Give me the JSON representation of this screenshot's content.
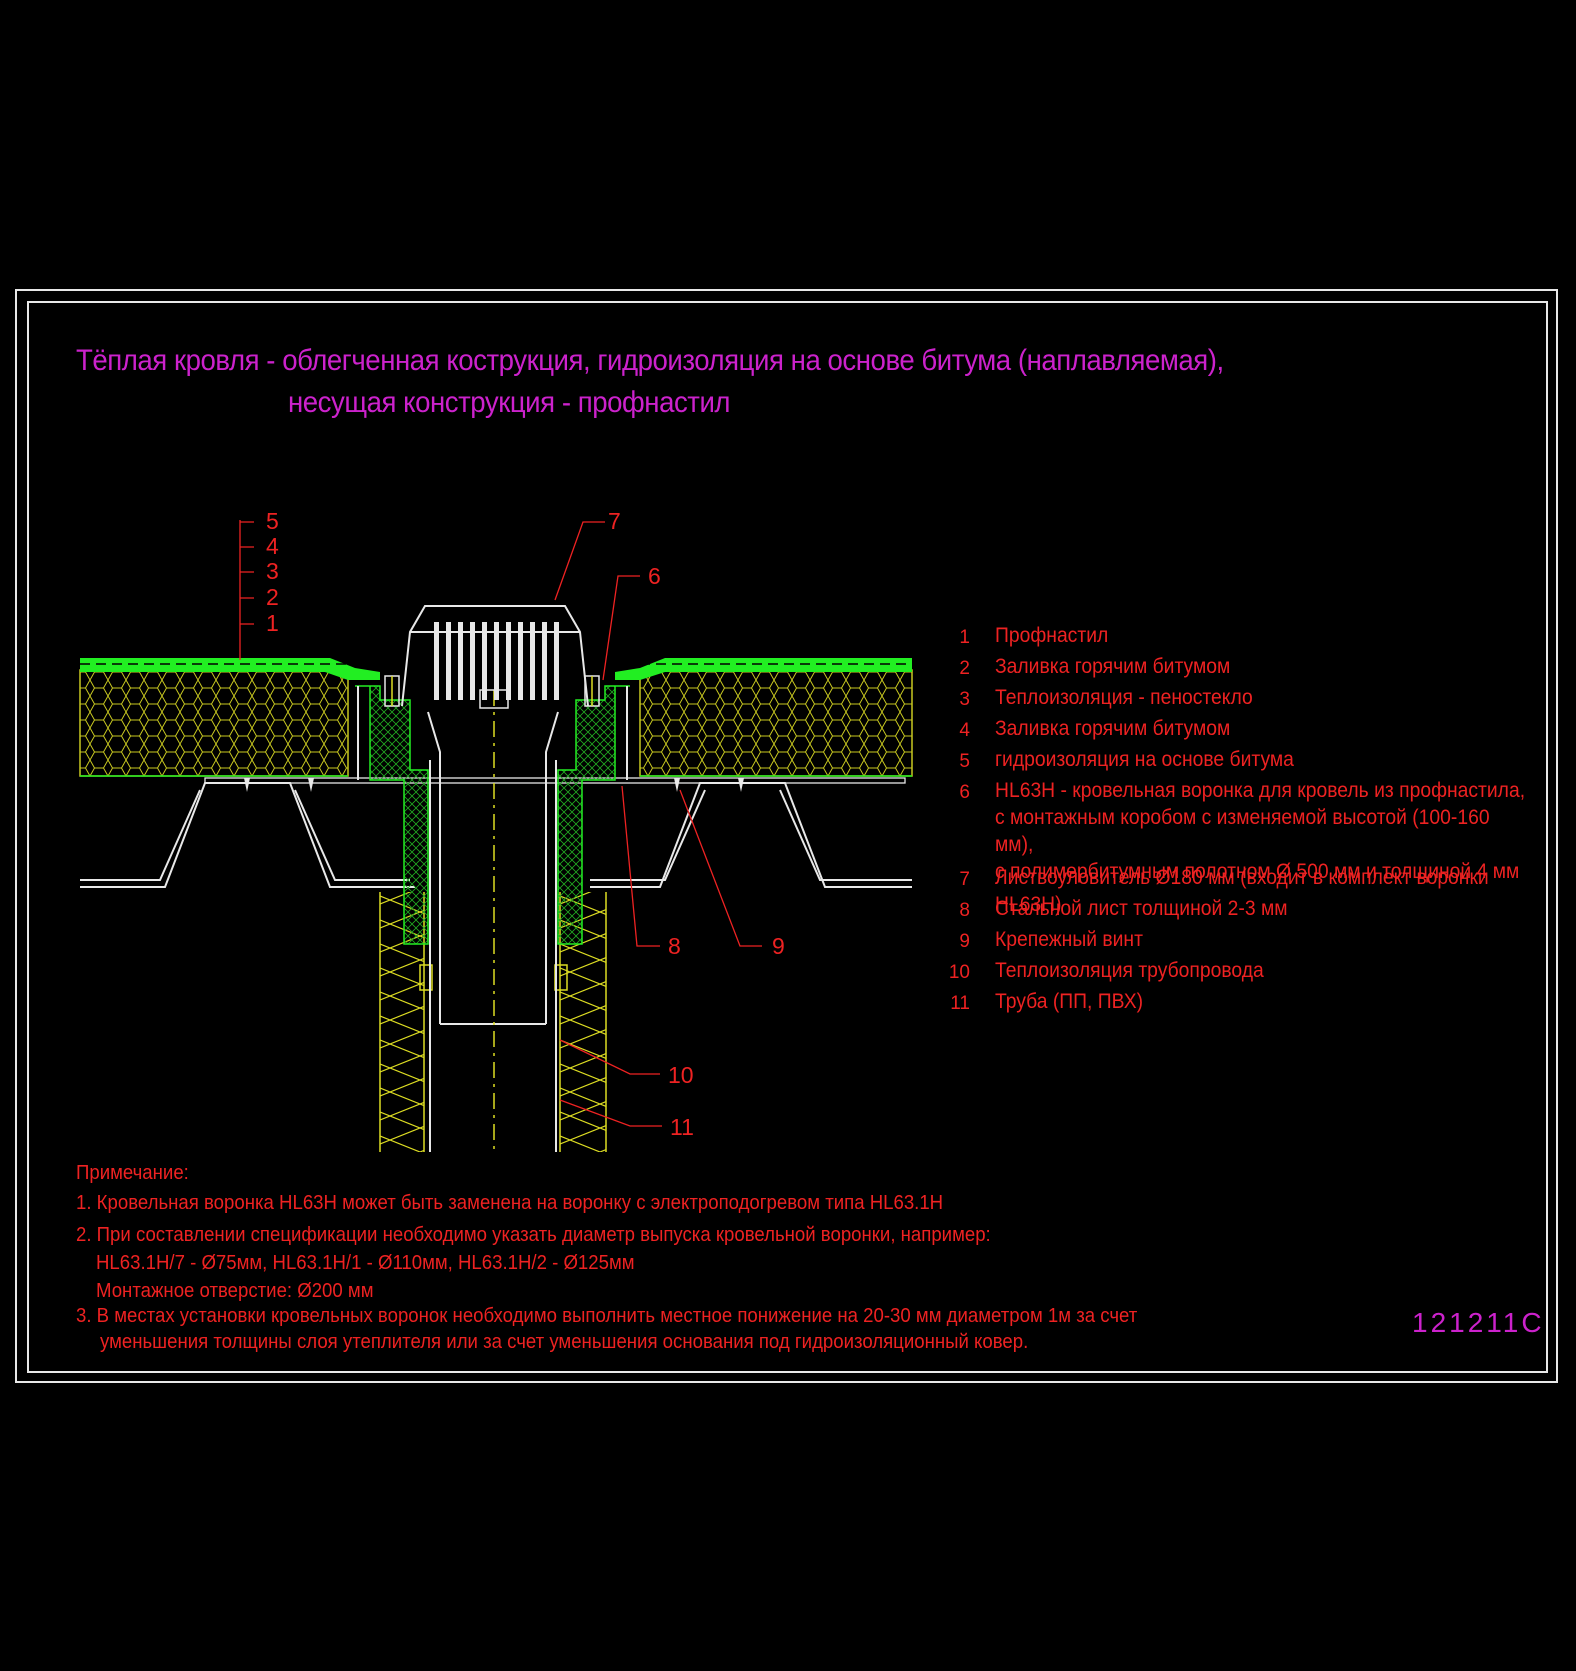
{
  "title": {
    "line1": "Тёплая кровля - облегченная кострукция, гидроизоляция на основе битума (наплавляемая),",
    "line2": "несущая конструкция - профнастил"
  },
  "drawing_code": "121211C",
  "layer_labels": [
    "5",
    "4",
    "3",
    "2",
    "1"
  ],
  "callouts": {
    "c6": "6",
    "c7": "7",
    "c8": "8",
    "c9": "9",
    "c10": "10",
    "c11": "11"
  },
  "legend": [
    {
      "num": "1",
      "text": "Профнастил"
    },
    {
      "num": "2",
      "text": "Заливка горячим битумом"
    },
    {
      "num": "3",
      "text": "Теплоизоляция - пеностекло"
    },
    {
      "num": "4",
      "text": "Заливка горячим битумом"
    },
    {
      "num": "5",
      "text": "гидроизоляция на основе битума"
    },
    {
      "num": "6",
      "text": "HL63H - кровельная воронка для кровель из профнастила,\nс монтажным коробом с изменяемой высотой (100-160 мм),\nс полимербитумным полотном Ø 500 мм и толщиной 4 мм"
    },
    {
      "num": "7",
      "text": "Листвоуловитель Ø180 мм (входит в комплект воронки HL63H)"
    },
    {
      "num": "8",
      "text": "Стальной лист толщиной 2-3 мм"
    },
    {
      "num": "9",
      "text": "Крепежный винт"
    },
    {
      "num": "10",
      "text": "Теплоизоляция трубопровода"
    },
    {
      "num": "11",
      "text": "Труба (ПП, ПВХ)"
    }
  ],
  "notes": {
    "heading": "Примечание:",
    "n1": "1. Кровельная воронка HL63H может быть заменена на воронку с электроподогревом типа HL63.1H",
    "n2": "2. При составлении спецификации необходимо указать диаметр выпуска кровельной воронки, например:",
    "n2b": "HL63.1H/7 - Ø75мм, HL63.1H/1 - Ø110мм, HL63.1H/2 - Ø125мм",
    "n2c": "Монтажное отверстие: Ø200 мм",
    "n3": "3. В местах установки кровельных воронок необходимо выполнить местное понижение на 20-30 мм диаметром 1м за счет",
    "n3b": "уменьшения толщины слоя утеплителя или за счет уменьшения основания под гидроизоляционный ковер."
  },
  "colors": {
    "background": "#000000",
    "title": "#cc22cc",
    "text": "#ee2222",
    "membrane": "#22ee22",
    "insulation": "#dddd22",
    "frame": "#e8e8e8"
  }
}
